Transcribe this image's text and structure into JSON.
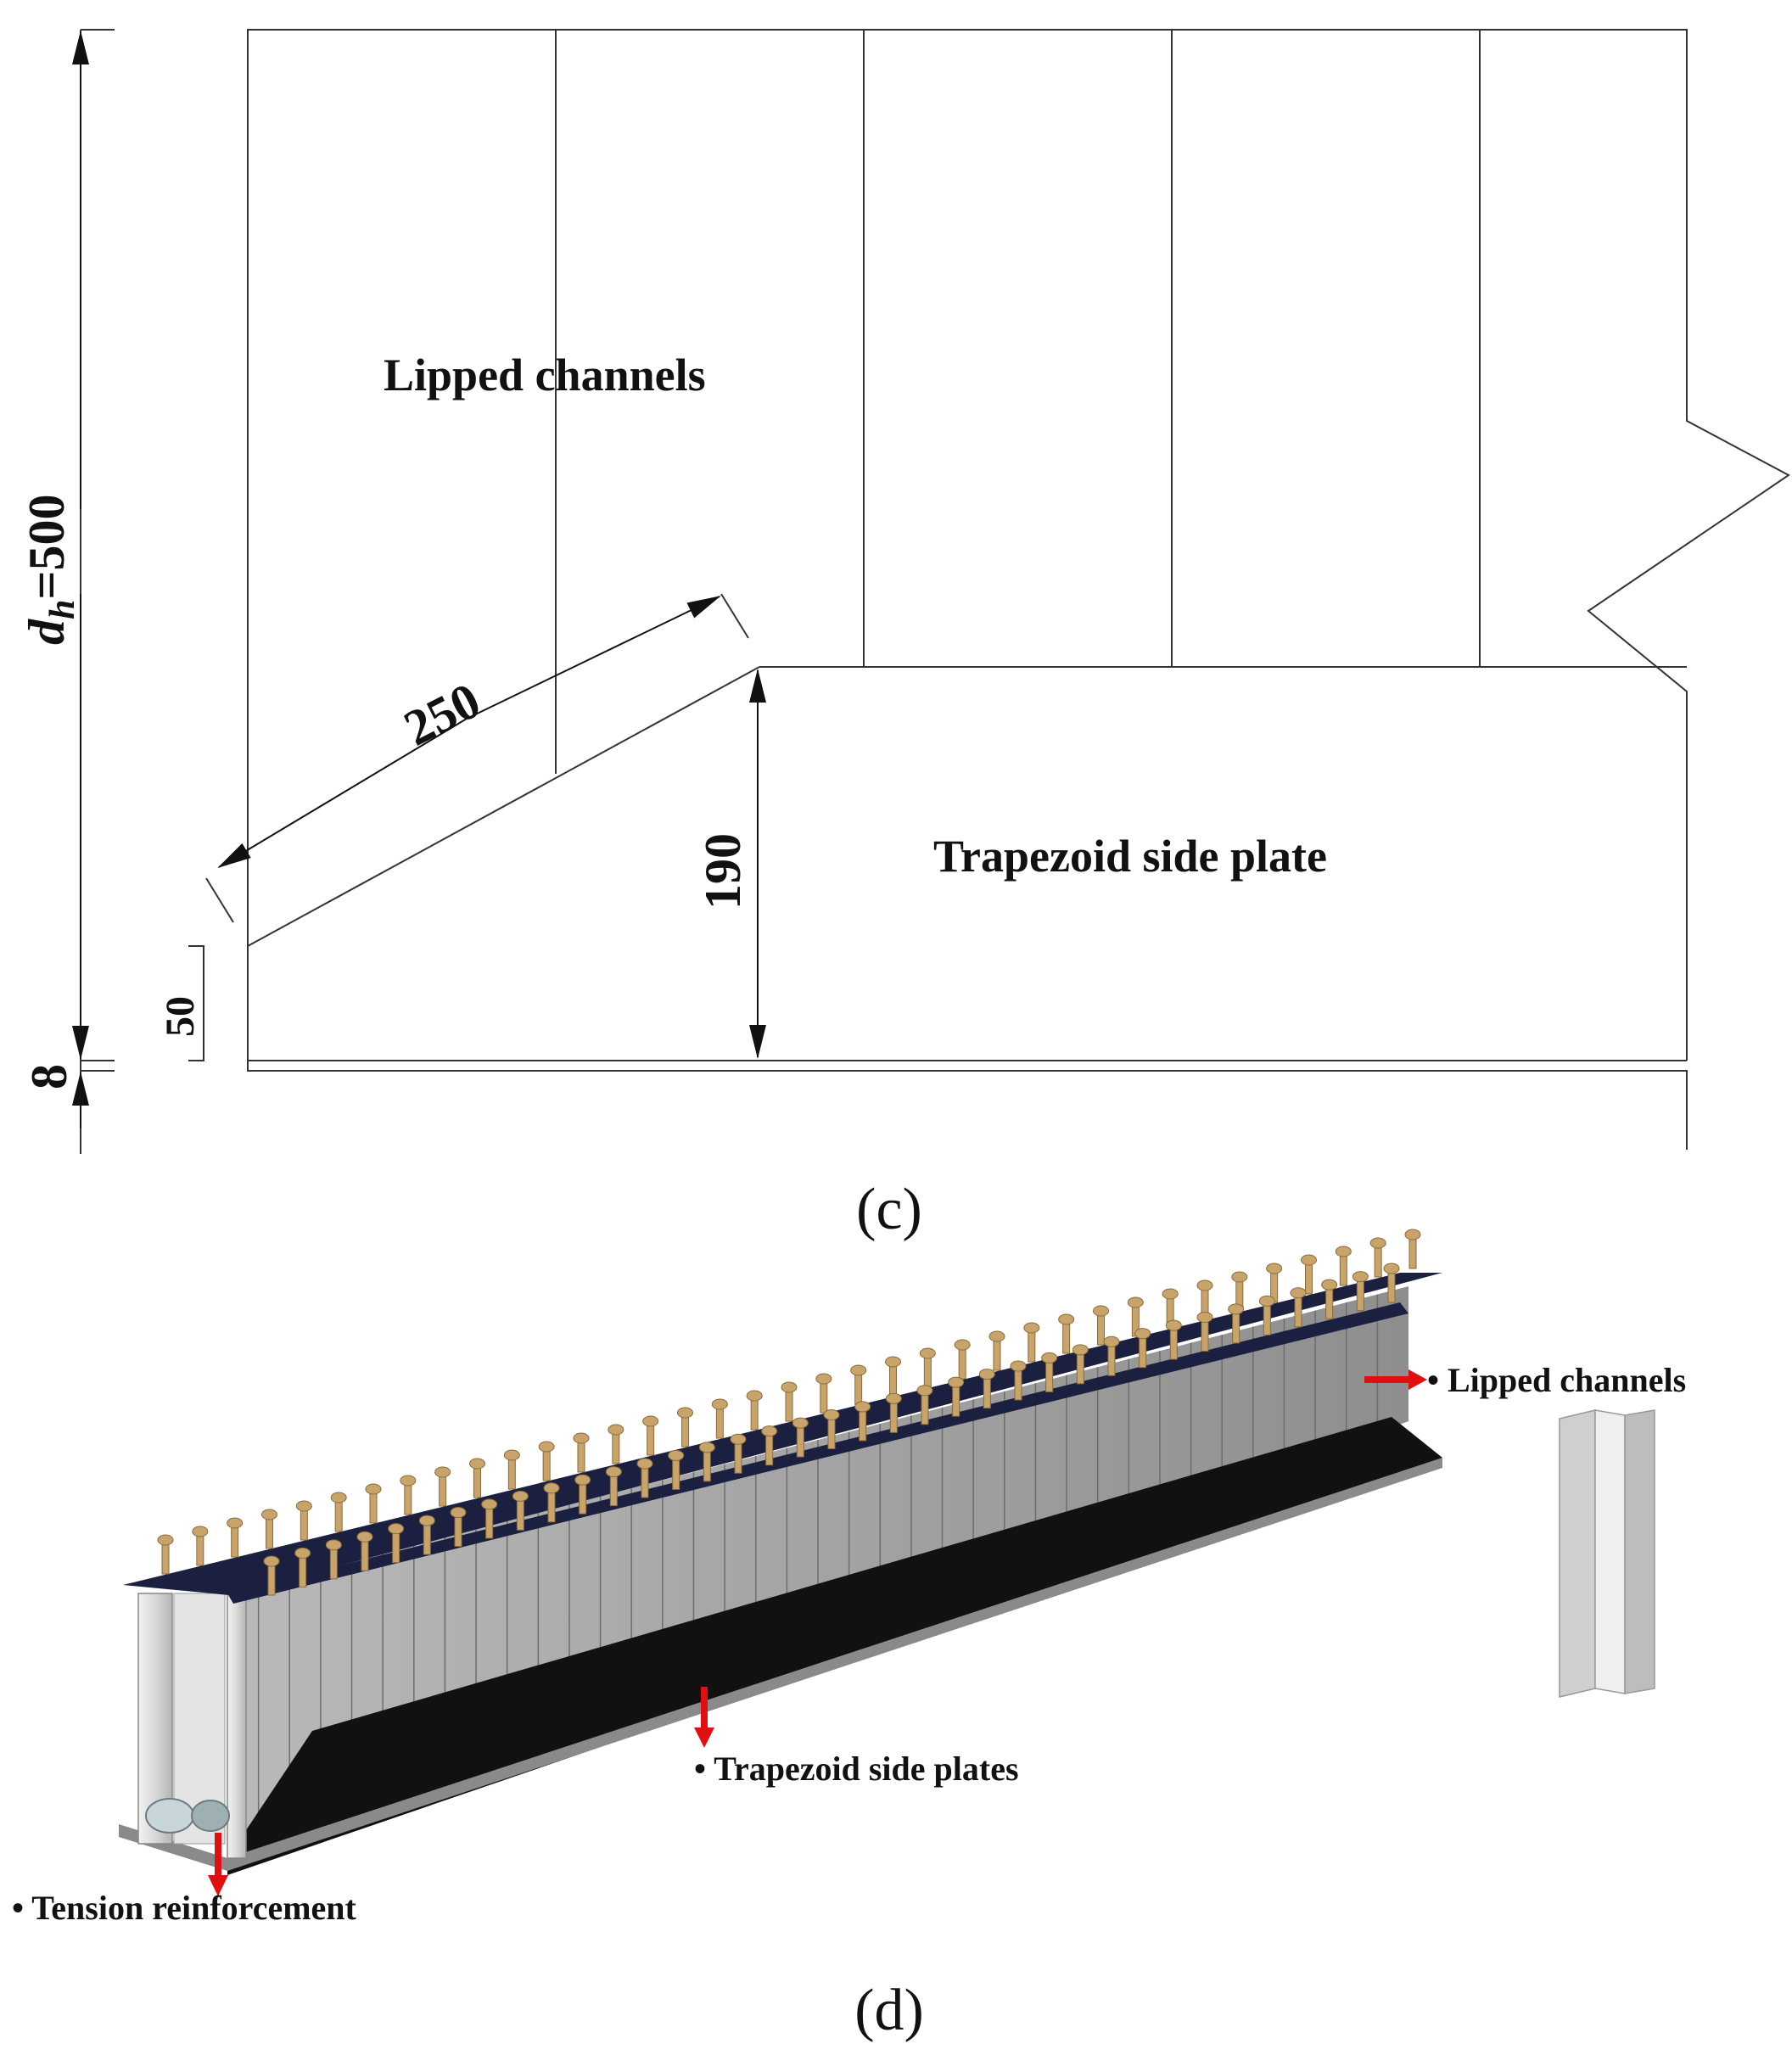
{
  "panel_c": {
    "caption": "(c)",
    "labels": {
      "lipped_channels": "Lipped channels",
      "trapezoid_side_plate": "Trapezoid side plate"
    },
    "dimensions": {
      "height": "d",
      "height_sub": "h",
      "height_val": "=500",
      "flange": "8",
      "slope": "250",
      "plate_height": "190",
      "offset": "50"
    }
  },
  "panel_d": {
    "caption": "(d)",
    "callouts": {
      "lipped_channels": "• Lipped channels",
      "trapezoid_side_plates": "• Trapezoid side plates",
      "tension_reinforcement": "• Tension reinforcement"
    }
  },
  "colors": {
    "callout_arrow": "#e01010",
    "side_plate": "#111111",
    "flange_plate": "#1b2040",
    "channel_panel": "#a4a4a4",
    "stud": "#c9a46a"
  }
}
